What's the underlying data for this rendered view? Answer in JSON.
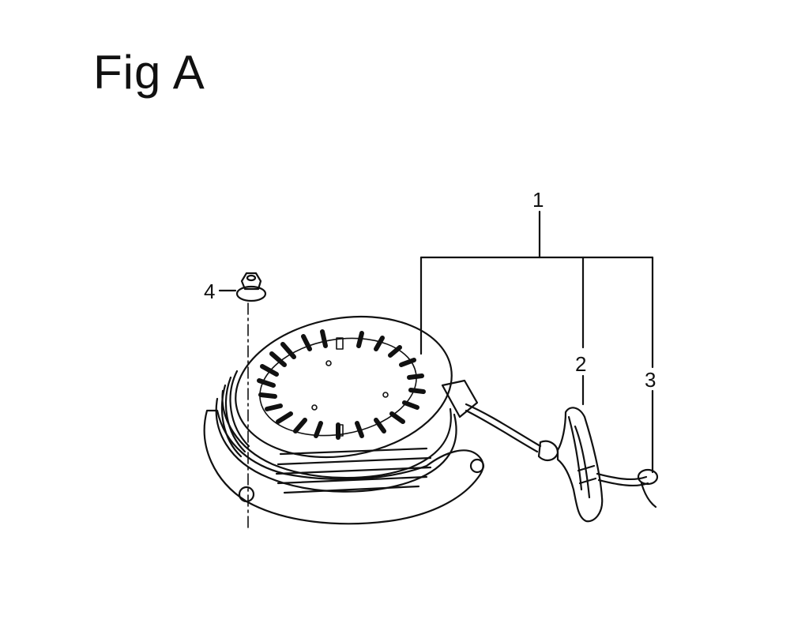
{
  "figure": {
    "title": "Fig A",
    "callouts": {
      "assembly": "1",
      "handle": "2",
      "rope": "3",
      "nut": "4"
    },
    "colors": {
      "ink": "#111111",
      "background": "#ffffff"
    }
  }
}
